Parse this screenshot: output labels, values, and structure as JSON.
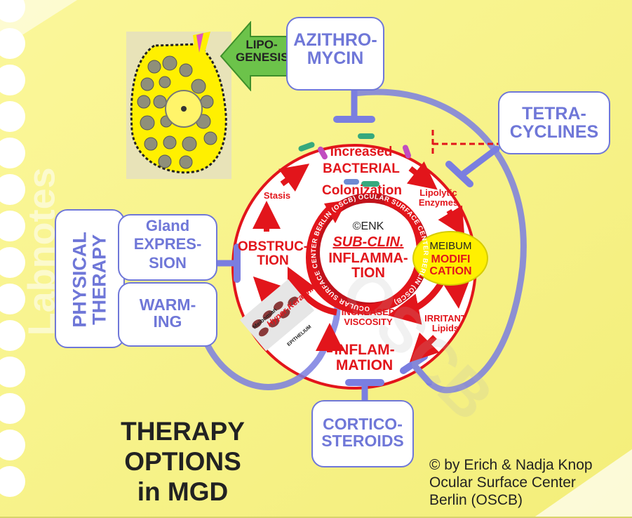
{
  "colors": {
    "paper": "#f8f48a",
    "therapy_blue": "#6f77d8",
    "pathology_red": "#e2151b",
    "gland_yellow": "#fff000",
    "lipo_arrow_green": "#6cc34a"
  },
  "watermark": {
    "vertical_text": "Labnotes",
    "center_text": "OSCB"
  },
  "gland": {
    "icon": "meibomian-gland-acinus-icon"
  },
  "lipogenesis": {
    "label": "LIPO-\nGENESIS"
  },
  "drugs": {
    "azithromycin": "AZITHRO-\nMYCIN",
    "tetracyclines": "TETRA-\nCYCLINES",
    "corticosteroids": "CORTICO-\nSTEROIDS"
  },
  "physical_therapy": {
    "title": "PHYSICAL\nTHERAPY",
    "gland_expression": "Gland\nEXPRES-\nSION",
    "warming": "WARM-\nING"
  },
  "cycle": {
    "increased": "Increased",
    "bacterial": "BACTERIAL",
    "colonization": "Colonization",
    "lipolytic": "Lipolytic\nEnzymes",
    "meibum": "MEIBUM",
    "modification": "MODIFI\nCATION",
    "irritant": "IRRITANT\nLipids",
    "inflammation": "INFLAM-\nMATION",
    "viscosity": "INCREASED\nVISCOSITY",
    "obstruction": "OBSTRUC-\nTION",
    "stasis": "Stasis",
    "hyper": "Hyper-Keratinizat",
    "meibomian": "Meibomian",
    "epithelium": "EPITHELIUM"
  },
  "center": {
    "copyright": "©ENK",
    "subclinical": "SUB-CLIN.",
    "inflammation": "INFLAMMA-\nTION",
    "ring_text": "OCULAR SURFACE CENTER BERLIN (OSCB) OCULAR SURFACE CENTER BERLIN (OSCB)"
  },
  "title": "THERAPY\nOPTIONS\nin MGD",
  "credit": "© by Erich & Nadja Knop\nOcular Surface Center\nBerlin (OSCB)"
}
